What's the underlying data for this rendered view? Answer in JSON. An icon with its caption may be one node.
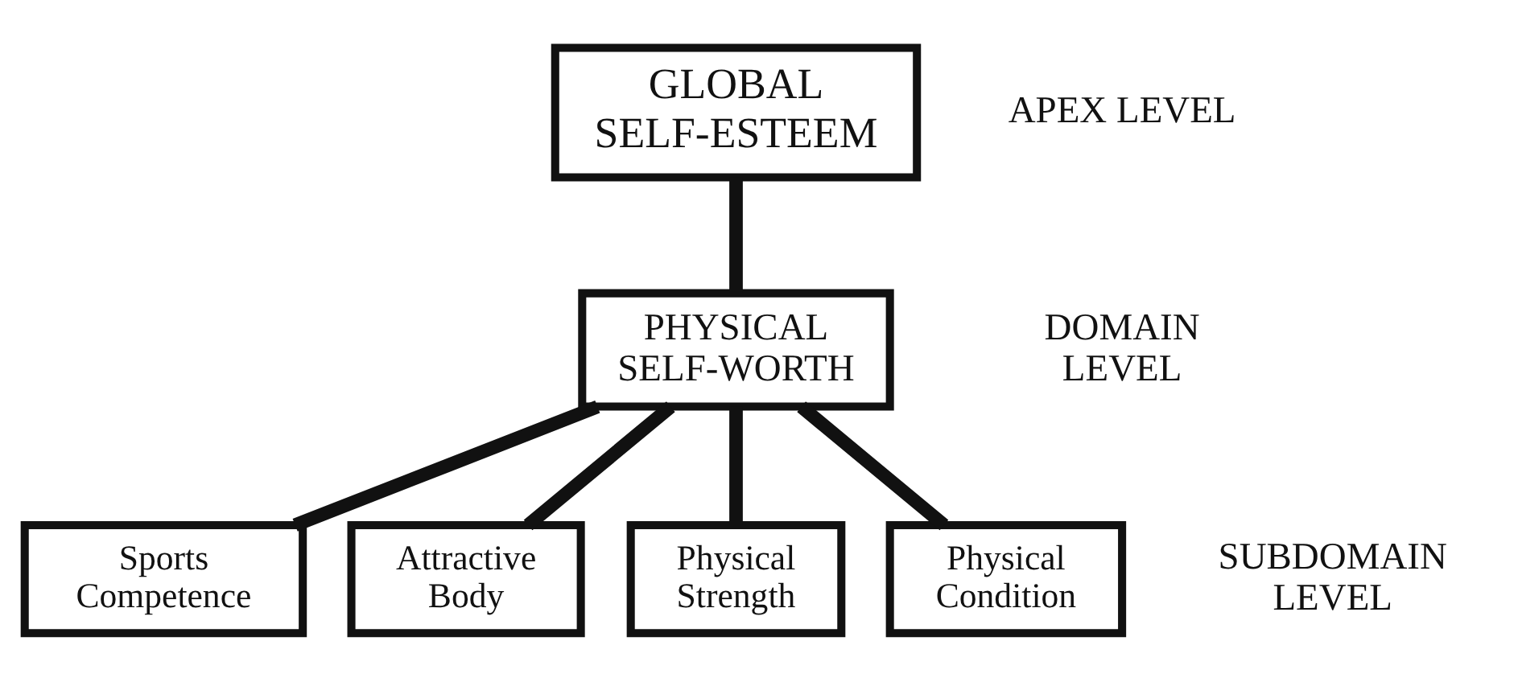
{
  "diagram": {
    "nodes": [
      {
        "text": [
          "GLOBAL SELF-ESTEEM"
        ]
      },
      {
        "text": [
          "PHYSICAL SELF-WORTH"
        ]
      },
      {
        "text": [
          "Sports Competence"
        ]
      },
      {
        "text": [
          "Attractive Body"
        ]
      },
      {
        "text": [
          "Physical Strength"
        ]
      },
      {
        "text": [
          "Physical Condition"
        ]
      }
    ],
    "edges": [
      {
        "from": 0,
        "to": 1,
        "arrow": "none"
      },
      {
        "from": 1,
        "to": 2,
        "arrow": "none"
      },
      {
        "from": 1,
        "to": 3,
        "arrow": "none"
      },
      {
        "from": 1,
        "to": 4,
        "arrow": "none"
      },
      {
        "from": 1,
        "to": 5,
        "arrow": "none"
      }
    ],
    "labels": [
      "APEX LEVEL",
      "DOMAIN LEVEL",
      "SUBDOMAIN LEVEL"
    ]
  }
}
